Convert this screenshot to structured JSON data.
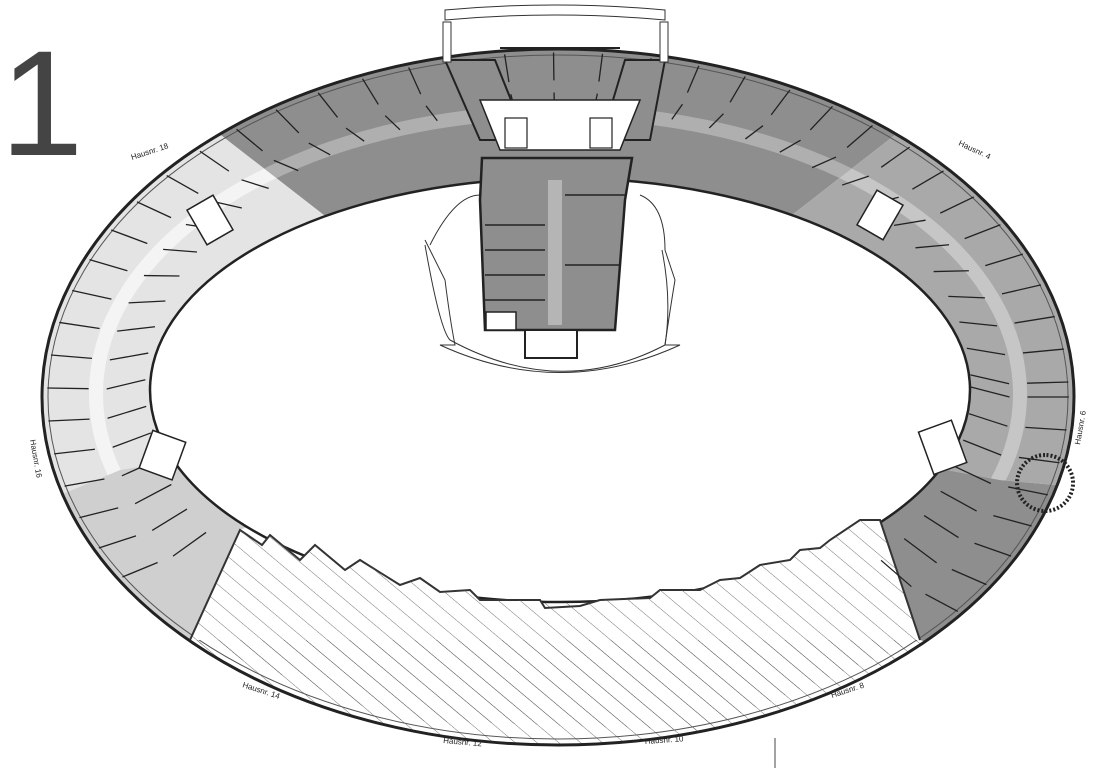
{
  "floor_number": "1",
  "house_numbers": {
    "n18": "Hausnr. 18",
    "n16": "Hausnr. 16",
    "n14": "Hausnr. 14",
    "n12": "Hausnr. 12",
    "n10": "Hausnr. 10",
    "n8": "Hausnr. 8",
    "n6": "Hausnr. 6",
    "n4": "Hausnr. 4"
  },
  "colors": {
    "north_wing": "#8e8e8e",
    "west_wing": "#e4e4e4",
    "southwest_wing": "#cfcfcf",
    "east_wing": "#a9a9a9",
    "southeast_wing": "#8e8e8e",
    "wall": "#222222"
  }
}
